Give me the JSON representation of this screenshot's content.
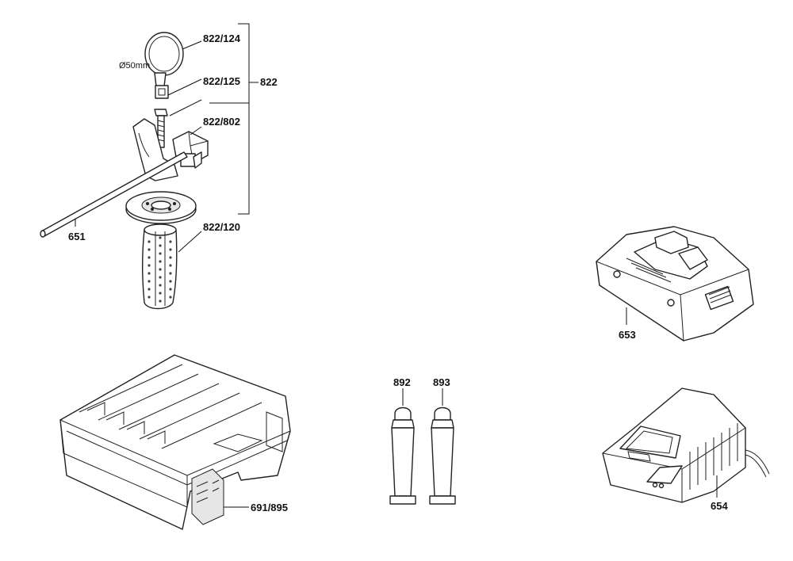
{
  "labels": {
    "p822_124": "822/124",
    "dim_50mm": "Ø50mm",
    "p822_125": "822/125",
    "p822": "822",
    "p822_802": "822/802",
    "p651": "651",
    "p822_120": "822/120",
    "p653": "653",
    "p892": "892",
    "p893": "893",
    "p691_895": "691/895",
    "p654": "654"
  },
  "icons": {
    "clamp_band": "clamp-band-icon",
    "depth_stop": "depth-stop-rod-icon",
    "handle": "side-handle-icon",
    "battery": "battery-pack-icon",
    "case": "carrying-case-icon",
    "tube": "grease-tube-icon",
    "charger": "battery-charger-icon"
  }
}
